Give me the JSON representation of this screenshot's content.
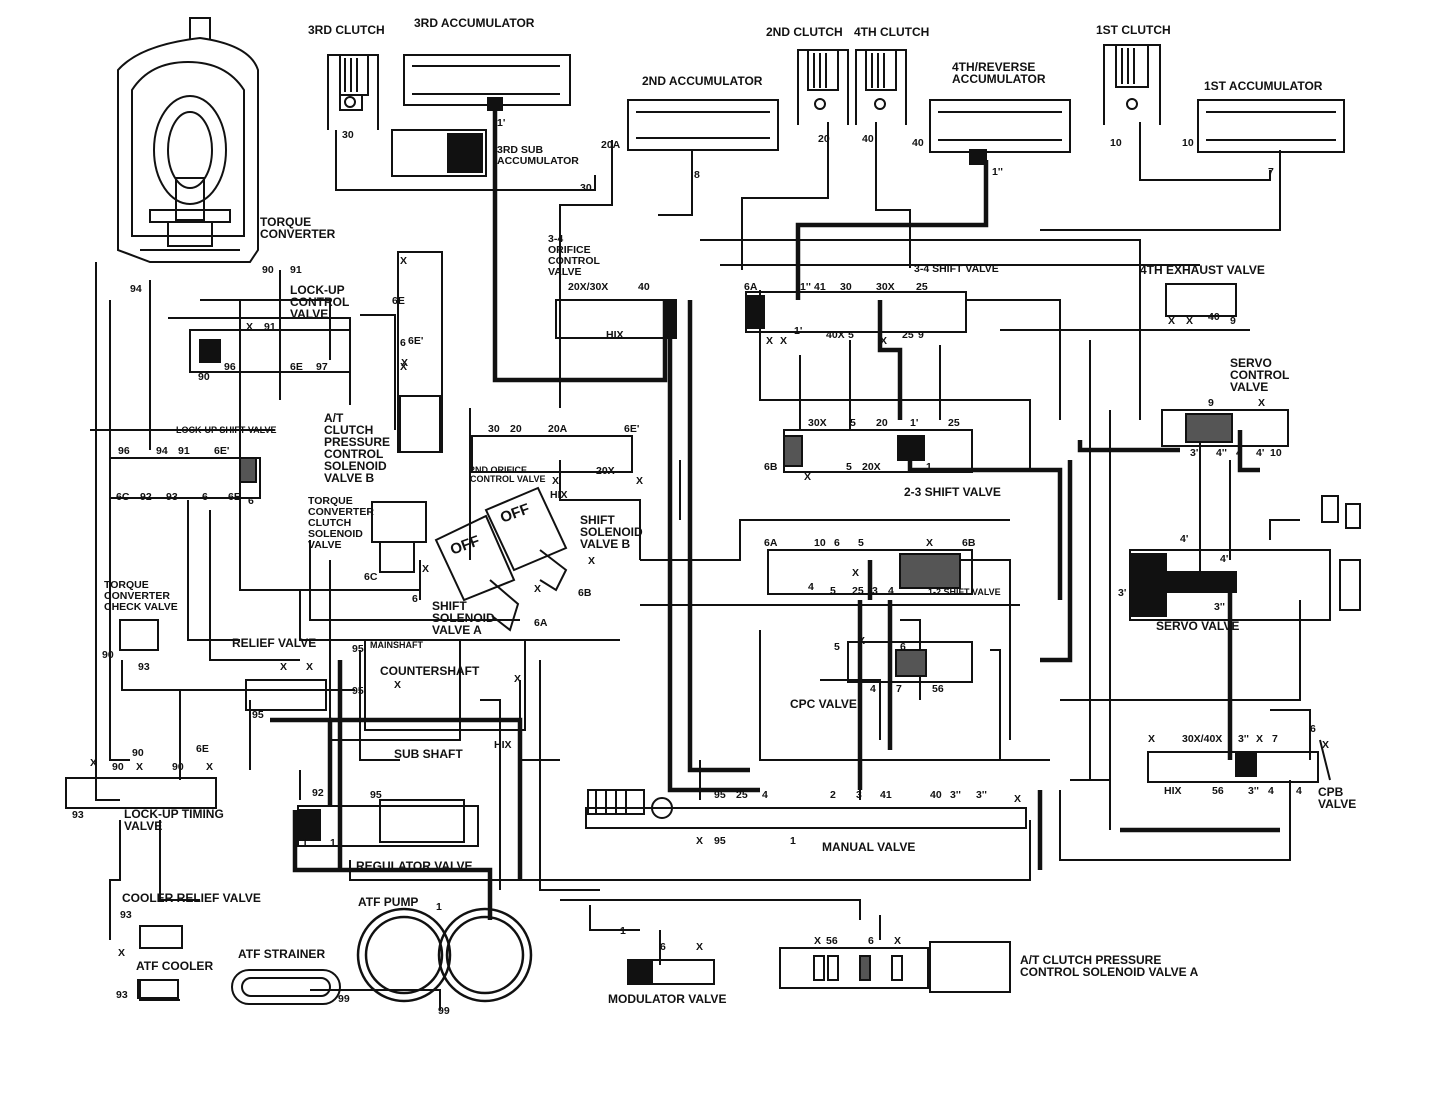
{
  "components": {
    "third_clutch": "3RD CLUTCH",
    "third_accumulator": "3RD ACCUMULATOR",
    "second_clutch": "2ND CLUTCH",
    "fourth_clutch": "4TH CLUTCH",
    "fourth_reverse_accumulator": "4TH/REVERSE\nACCUMULATOR",
    "first_clutch": "1ST CLUTCH",
    "second_accumulator": "2ND ACCUMULATOR",
    "first_accumulator": "1ST ACCUMULATOR",
    "third_sub_accumulator": "3RD SUB\nACCUMULATOR",
    "torque_converter": "TORQUE\nCONVERTER",
    "orifice_34": "3-4\nORIFICE\nCONTROL\nVALVE",
    "shift_valve_34": "3-4 SHIFT VALVE",
    "fourth_exhaust_valve": "4TH EXHAUST VALVE",
    "lockup_control_valve": "LOCK-UP\nCONTROL\nVALVE",
    "servo_control_valve": "SERVO\nCONTROL\nVALVE",
    "lockup_shift_valve": "LOCK-UP SHIFT VALVE",
    "clutch_pressure_solenoid_b": "A/T\nCLUTCH\nPRESSURE\nCONTROL\nSOLENOID\nVALVE B",
    "orifice_2nd": "2ND ORIFICE\nCONTROL VALVE",
    "shift_valve_23": "2-3 SHIFT VALVE",
    "tc_clutch_solenoid": "TORQUE\nCONVERTER\nCLUTCH\nSOLENOID\nVALVE",
    "shift_solenoid_b": "SHIFT\nSOLENOID\nVALVE B",
    "shift_solenoid_a": "SHIFT\nSOLENOID\nVALVE A",
    "tc_check_valve": "TORQUE\nCONVERTER\nCHECK VALVE",
    "shift_valve_12": "1-2 SHIFT VALVE",
    "servo_valve": "SERVO VALVE",
    "relief_valve": "RELIEF VALVE",
    "mainshaft": "MAINSHAFT",
    "countershaft": "COUNTERSHAFT",
    "cpc_valve": "CPC VALVE",
    "sub_shaft": "SUB SHAFT",
    "lockup_timing_valve": "LOCK-UP TIMING\nVALVE",
    "cpb_valve": "CPB\nVALVE",
    "regulator_valve": "REGULATOR VALVE",
    "manual_valve": "MANUAL VALVE",
    "cooler_relief_valve": "COOLER RELIEF VALVE",
    "atf_pump": "ATF PUMP",
    "atf_cooler": "ATF COOLER",
    "atf_strainer": "ATF STRAINER",
    "modulator_valve": "MODULATOR VALVE",
    "clutch_pressure_solenoid_a": "A/T CLUTCH PRESSURE\nCONTROL SOLENOID VALVE A"
  },
  "solenoid_states": {
    "valve_a": "OFF",
    "valve_b": "OFF"
  },
  "port_numbers": [
    "30",
    "1'",
    "30",
    "20A",
    "8",
    "20",
    "40",
    "40",
    "1''",
    "10",
    "10",
    "7",
    "90",
    "91",
    "94",
    "X",
    "6E",
    "X",
    "X",
    "91",
    "90",
    "96",
    "6E",
    "97",
    "20X/30X",
    "40",
    "6E'",
    "HIX",
    "2",
    "6A",
    "1''",
    "41",
    "30",
    "30X",
    "25",
    "X",
    "X",
    "1'",
    "40X",
    "5",
    "X",
    "25",
    "9",
    "X",
    "X",
    "40",
    "9",
    "6",
    "X",
    "30",
    "20",
    "20A",
    "6E'",
    "20X",
    "X",
    "X",
    "HIX",
    "96",
    "94",
    "91",
    "6E'",
    "6C",
    "92",
    "93",
    "6",
    "6E",
    "6",
    "30X",
    "5",
    "20",
    "1'",
    "25",
    "6B",
    "X",
    "5",
    "20X",
    "1",
    "9",
    "X",
    "3'",
    "4''",
    "4",
    "4'",
    "10",
    "4'",
    "4''",
    "3'",
    "3''",
    "6A",
    "10",
    "6",
    "5",
    "X",
    "6B",
    "X",
    "4",
    "5",
    "25",
    "3",
    "4",
    "6C",
    "X",
    "6",
    "X",
    "6B",
    "X",
    "6A",
    "5",
    "X",
    "6",
    "4",
    "7",
    "56",
    "90",
    "93",
    "X",
    "X",
    "95",
    "95",
    "95",
    "X",
    "X",
    "HIX",
    "X",
    "90",
    "90",
    "90",
    "6E",
    "X",
    "93",
    "X",
    "92",
    "95",
    "1",
    "1",
    "95",
    "25",
    "4",
    "2",
    "3",
    "41",
    "40",
    "3''",
    "3''",
    "X",
    "X",
    "95",
    "1",
    "X",
    "30X/40X",
    "3''",
    "X",
    "7",
    "6",
    "X",
    "HIX",
    "56",
    "3''",
    "4",
    "4",
    "93",
    "X",
    "93",
    "1",
    "99",
    "99",
    "1",
    "6",
    "X",
    "X",
    "56",
    "6",
    "X"
  ]
}
